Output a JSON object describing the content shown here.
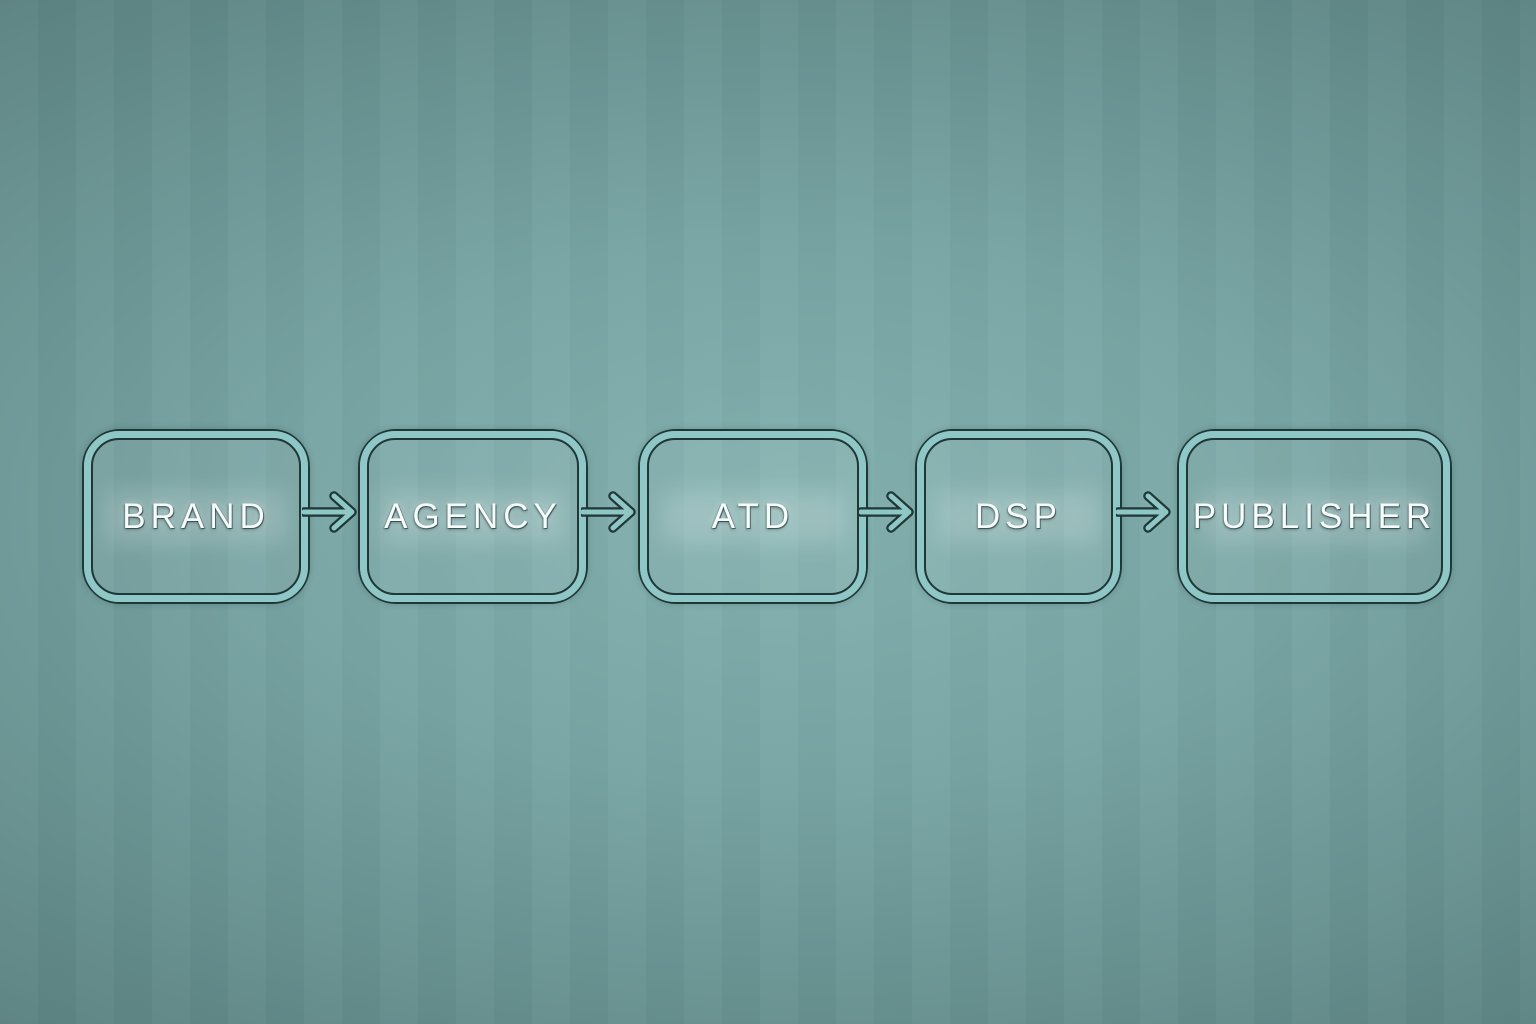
{
  "diagram": {
    "type": "flow",
    "direction": "left-to-right",
    "nodes": [
      {
        "label": "BRAND"
      },
      {
        "label": "AGENCY"
      },
      {
        "label": "ATD"
      },
      {
        "label": "DSP"
      },
      {
        "label": "PUBLISHER"
      }
    ],
    "connectors": [
      {
        "from": "BRAND",
        "to": "AGENCY",
        "style": "arrow-right"
      },
      {
        "from": "AGENCY",
        "to": "ATD",
        "style": "arrow-right"
      },
      {
        "from": "ATD",
        "to": "DSP",
        "style": "arrow-right"
      },
      {
        "from": "DSP",
        "to": "PUBLISHER",
        "style": "arrow-right"
      }
    ]
  },
  "colors": {
    "background_center": "#84b2b0",
    "background_edge": "#4b6868",
    "box_band": "#8ec7c5",
    "box_outline": "#1f3737",
    "label_text": "#f6fcfb"
  }
}
